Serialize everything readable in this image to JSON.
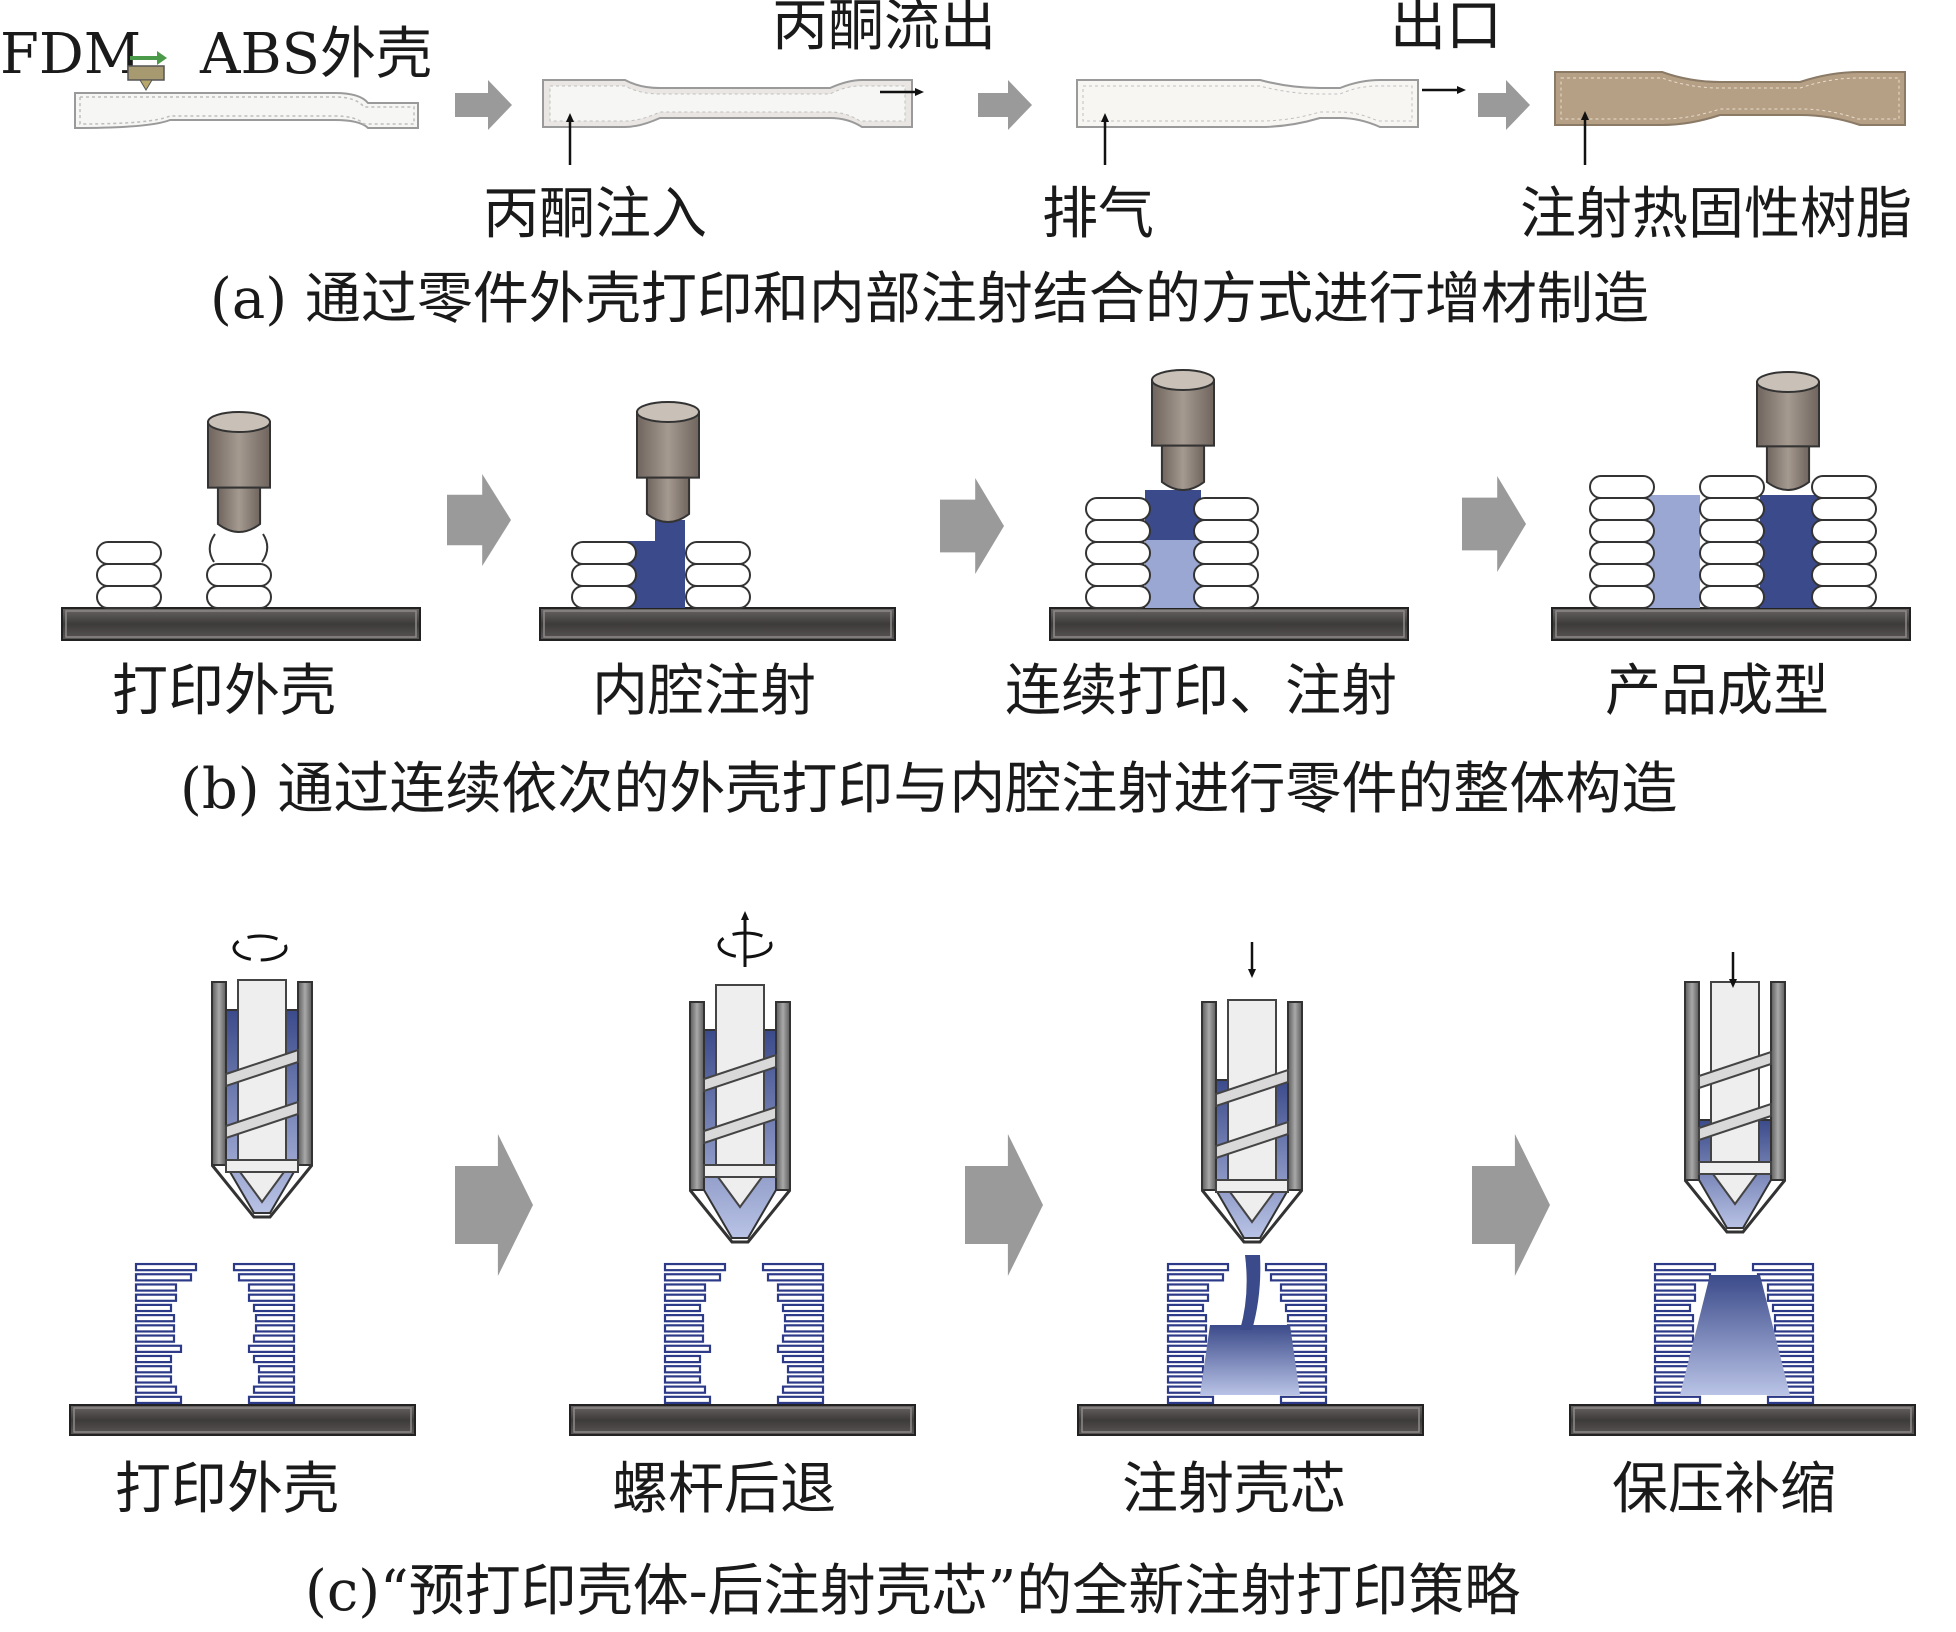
{
  "colors": {
    "arrow_gray": "#9a9a9a",
    "resin_dark": "#3b4a8a",
    "resin_light": "#9aa7d2",
    "plate": "#4d4a4a",
    "nozzle": "#8c8178",
    "tan_filled": "#b59f85",
    "green_arrow": "#4a9a4a"
  },
  "panel_a": {
    "labels": {
      "fdm": "FDM",
      "abs_shell": "ABS外壳",
      "acetone_out": "丙酮流出",
      "outlet": "出口",
      "acetone_in": "丙酮注入",
      "vent": "排气",
      "inject_resin": "注射热固性树脂"
    },
    "caption": "(a) 通过零件外壳打印和内部注射结合的方式进行增材制造"
  },
  "panel_b": {
    "steps": [
      "打印外壳",
      "内腔注射",
      "连续打印、注射",
      "产品成型"
    ],
    "caption": "(b) 通过连续依次的外壳打印与内腔注射进行零件的整体构造"
  },
  "panel_c": {
    "steps": [
      "打印外壳",
      "螺杆后退",
      "注射壳芯",
      "保压补缩"
    ],
    "caption": "(c)“预打印壳体-后注射壳芯”的全新注射打印策略"
  }
}
